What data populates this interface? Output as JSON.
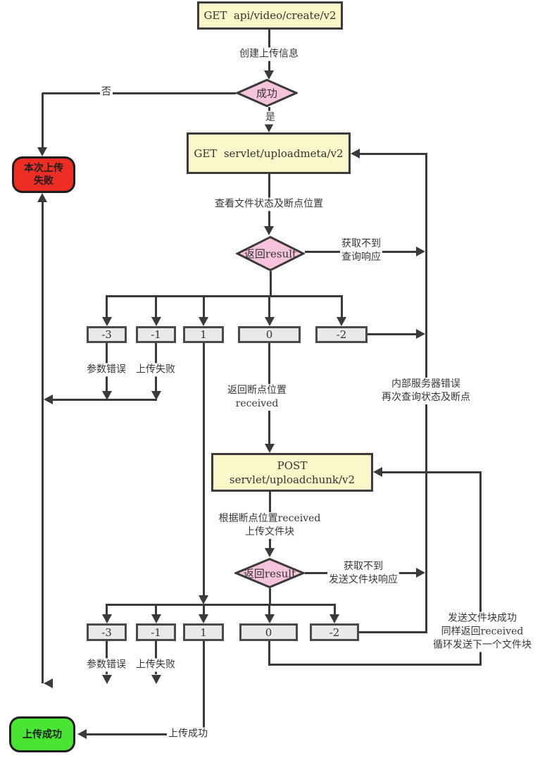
{
  "flow": {
    "start_box": "GET  api/video/create/v2",
    "edge_create_info": "创建上传信息",
    "diamond_success": "成功",
    "label_yes": "是",
    "label_no": "否",
    "fail_box": [
      "本次上传",
      "失败"
    ],
    "meta_box": "GET  servlet/uploadmeta/v2",
    "edge_check_status": "查看文件状态及断点位置",
    "diamond_result1": "返回result",
    "edge_no_query_response": [
      "获取不到",
      "查询响应"
    ],
    "row1_codes": [
      "-3",
      "-1",
      "1",
      "0",
      "-2"
    ],
    "row1_param_error": "参数错误",
    "row1_upload_fail": "上传失败",
    "edge_received": [
      "返回断点位置",
      "received"
    ],
    "edge_server_error": [
      "内部服务器错误",
      "再次查询状态及断点"
    ],
    "post_box": [
      "POST",
      "servlet/uploadchunk/v2"
    ],
    "edge_upload_chunk": [
      "根据断点位置received",
      "上传文件块"
    ],
    "diamond_result2": "返回result",
    "edge_no_chunk_response": [
      "获取不到",
      "发送文件块响应"
    ],
    "row2_codes": [
      "-3",
      "-1",
      "1",
      "0",
      "-2"
    ],
    "row2_param_error": "参数错误",
    "row2_upload_fail": "上传失败",
    "edge_chunk_success": [
      "发送文件块成功",
      "同样返回received",
      "循环发送下一个文件块"
    ],
    "edge_upload_success": "上传成功",
    "success_box": "上传成功"
  },
  "colors": {
    "process_fill": "#fbf7c9",
    "decision_fill": "#f6c3dc",
    "code_fill": "#e9e9e9",
    "fail_fill": "#ee2e24",
    "success_fill": "#48e532",
    "line": "#3a3a3a"
  }
}
